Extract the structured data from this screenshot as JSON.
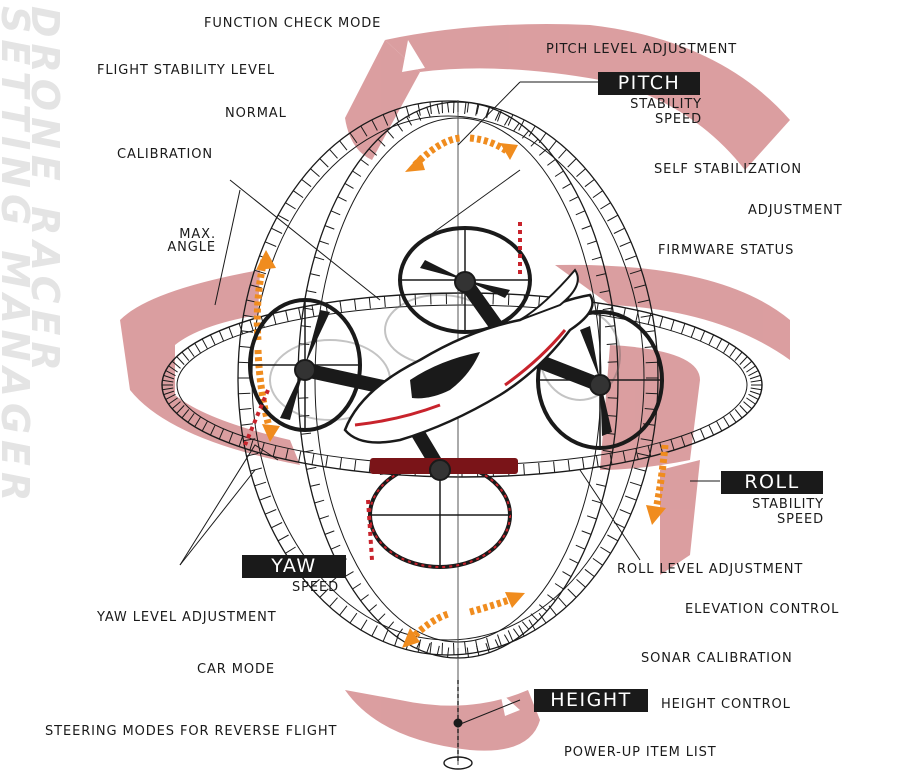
{
  "side_title": {
    "line1": "DRONE RACER",
    "line2": "SETTING MANAGER"
  },
  "left_labels": {
    "function_check": "FUNCTION CHECK MODE",
    "flight_stability": "FLIGHT STABILITY LEVEL",
    "normal": "NORMAL",
    "calibration": "CALIBRATION",
    "max_angle_1": "MAX.",
    "max_angle_2": "ANGLE",
    "yaw_level": "YAW LEVEL ADJUSTMENT",
    "car_mode": "CAR MODE",
    "steering_modes": "STEERING MODES FOR REVERSE FLIGHT"
  },
  "right_labels": {
    "pitch_level": "PITCH LEVEL ADJUSTMENT",
    "self_stabilization": "SELF STABILIZATION",
    "adjustment": "ADJUSTMENT",
    "firmware_status": "FIRMWARE STATUS",
    "roll_level": "ROLL LEVEL ADJUSTMENT",
    "elevation_control": "ELEVATION CONTROL",
    "sonar_calibration": "SONAR CALIBRATION",
    "height_control": "HEIGHT CONTROL",
    "power_up": "POWER-UP ITEM LIST"
  },
  "axes": {
    "pitch": {
      "badge": "PITCH",
      "sub1": "STABILITY",
      "sub2": "SPEED"
    },
    "roll": {
      "badge": "ROLL",
      "sub1": "STABILITY",
      "sub2": "SPEED"
    },
    "yaw": {
      "badge": "YAW",
      "sub1": "SPEED"
    },
    "height": {
      "badge": "HEIGHT"
    }
  },
  "colors": {
    "band": "#d9999b",
    "arrow": "#f08c1e",
    "ink": "#1a1a1a",
    "accent_red": "#c8232c",
    "title_grey": "#e0e0e0"
  }
}
